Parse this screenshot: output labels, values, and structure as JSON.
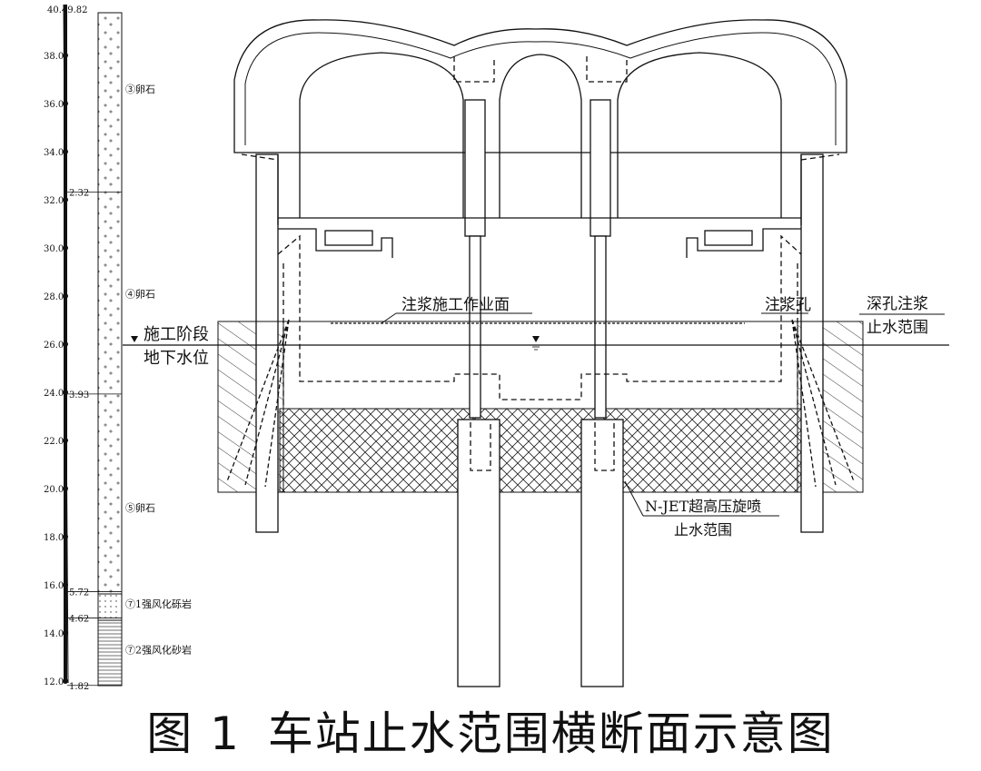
{
  "borehole": {
    "elevation_ticks": [
      "38.0",
      "36.0",
      "34.0",
      "32.0",
      "30.0",
      "28.0",
      "26.0",
      "24.0",
      "22.0",
      "20.0",
      "18.0",
      "16.0",
      "14.0",
      "12.0"
    ],
    "top_value": "40.49.82",
    "layer_boundaries": [
      {
        "label": "2.32",
        "elev": 32.32
      },
      {
        "label": "3.93",
        "elev": 23.93
      },
      {
        "label": "5.72",
        "elev": 15.72
      },
      {
        "label": "4.62",
        "elev": 14.62
      },
      {
        "label": "1.82",
        "elev": 11.82
      }
    ],
    "strata": [
      {
        "label": "③卵石",
        "elev": 36.6
      },
      {
        "label": "④卵石",
        "elev": 28.1
      },
      {
        "label": "⑤卵石",
        "elev": 19.2
      },
      {
        "label": "⑦1强风化砾岩",
        "elev": 15.2
      },
      {
        "label": "⑦2强风化砂岩",
        "elev": 13.3
      }
    ]
  },
  "annotations": {
    "grouting_surface": "注浆施工作业面",
    "grout_hole": "注浆孔",
    "deep_hole_line1": "深孔注浆",
    "deep_hole_line2": "止水范围",
    "water_level_line1": "施工阶段",
    "water_level_line2": "地下水位",
    "njet_line1": "N-JET超高压旋喷",
    "njet_line2": "止水范围"
  },
  "caption": {
    "figure_no": "图 1",
    "title": "车站止水范围横断面示意图"
  }
}
